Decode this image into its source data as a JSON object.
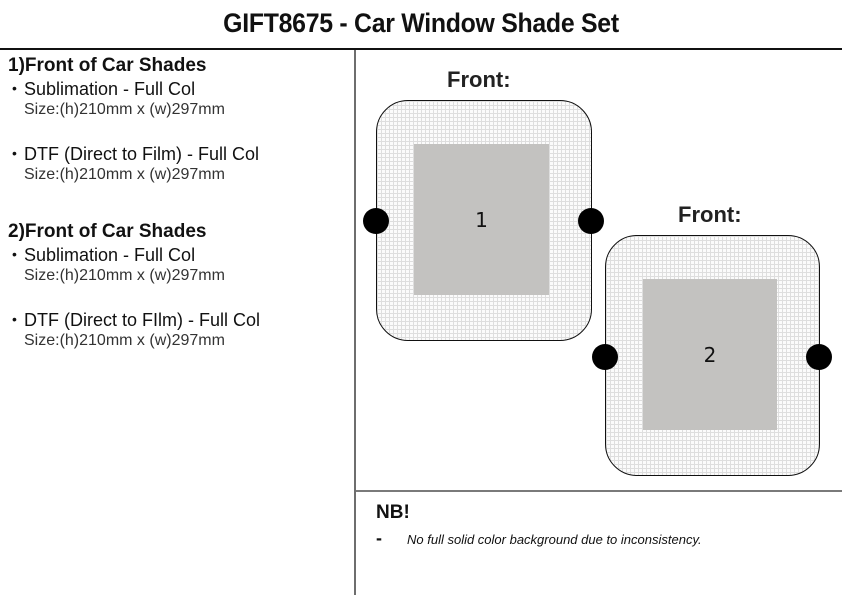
{
  "document": {
    "title": "GIFT8675 - Car Window Shade Set"
  },
  "specs": [
    {
      "heading": "1)Front of Car Shades",
      "items": [
        {
          "bullet": "•",
          "label": "Sublimation - Full Col",
          "size": "Size:(h)210mm x (w)297mm"
        },
        {
          "bullet": "•",
          "label": "DTF (Direct to Film) - Full Col",
          "size": "Size:(h)210mm x (w)297mm"
        }
      ]
    },
    {
      "heading": "2)Front of Car Shades",
      "items": [
        {
          "bullet": "•",
          "label": "Sublimation - Full Col",
          "size": "Size:(h)210mm x (w)297mm"
        },
        {
          "bullet": "•",
          "label": "DTF (Direct to FIlm) - Full Col",
          "size": "Size:(h)210mm x (w)297mm"
        }
      ]
    }
  ],
  "diagram": {
    "shades": [
      {
        "label": "Front:",
        "print_area_number": "1"
      },
      {
        "label": "Front:",
        "print_area_number": "2"
      }
    ],
    "colors": {
      "print_area": "#c3c2c0",
      "suction_cup": "#000000",
      "outline": "#111111"
    }
  },
  "notes": {
    "title": "NB!",
    "items": [
      {
        "marker": "-",
        "text": "No full solid color background due to inconsistency."
      }
    ]
  }
}
